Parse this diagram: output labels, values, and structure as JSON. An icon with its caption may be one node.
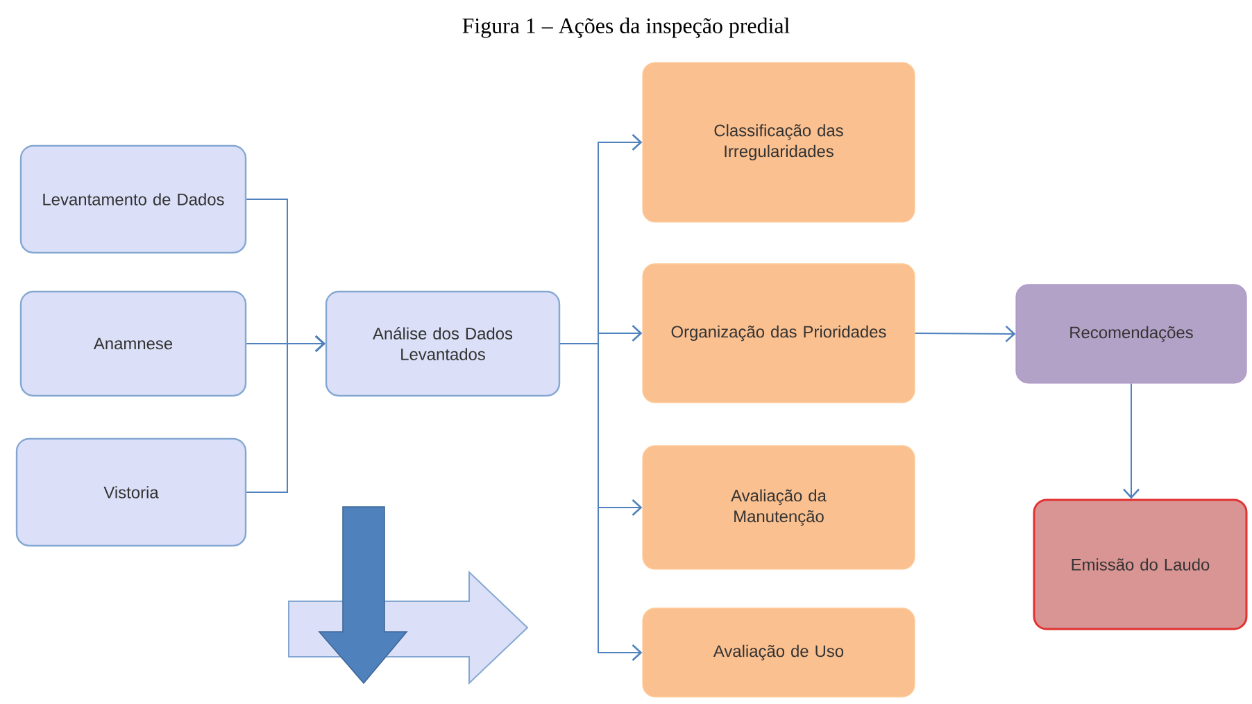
{
  "diagram": {
    "title": "Figura 1 – Ações da inspeção predial",
    "nodes": [
      {
        "text": [
          "Levantamento de Dados"
        ]
      },
      {
        "text": [
          "Anamnese"
        ]
      },
      {
        "text": [
          "Vistoria"
        ]
      },
      {
        "text": [
          "Análise dos Dados Levantados"
        ]
      },
      {
        "text": [
          "Classificação das Irregularidades"
        ]
      },
      {
        "text": [
          "Organização das Prioridades"
        ]
      },
      {
        "text": [
          "Avaliação da Manutenção"
        ]
      },
      {
        "text": [
          "Avaliação de Uso"
        ]
      },
      {
        "text": [
          "Recomendações"
        ]
      },
      {
        "text": [
          "Emissão do Laudo"
        ]
      }
    ],
    "edges": [
      {
        "from": 0,
        "to": 3,
        "arrow": "to"
      },
      {
        "from": 1,
        "to": 3,
        "arrow": "to"
      },
      {
        "from": 2,
        "to": 3,
        "arrow": "to"
      },
      {
        "from": 3,
        "to": 4,
        "arrow": "to"
      },
      {
        "from": 3,
        "to": 5,
        "arrow": "to"
      },
      {
        "from": 3,
        "to": 6,
        "arrow": "to"
      },
      {
        "from": 3,
        "to": 7,
        "arrow": "to"
      },
      {
        "from": 5,
        "to": 8,
        "arrow": "to"
      },
      {
        "from": 8,
        "to": 9,
        "arrow": "to"
      }
    ]
  }
}
